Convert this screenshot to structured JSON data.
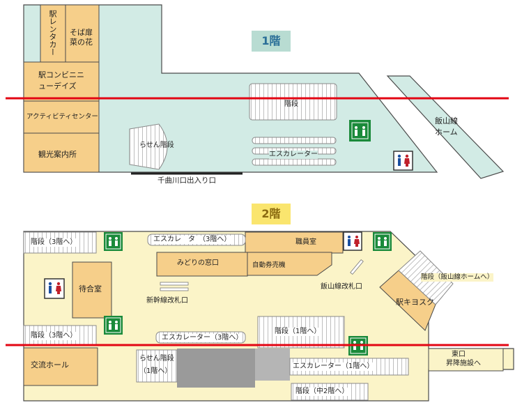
{
  "colors": {
    "floor1_fill": "#d2ebe5",
    "floor2_fill": "#fbf4c8",
    "shop_fill": "#f6cf8a",
    "outline": "#4a4a4a",
    "red_line": "#e30613",
    "badge1_fill": "#b8dcd2",
    "badge2_fill": "#fae56e",
    "elevator_icon": "#1a8a3a",
    "toilet_icon": "#c0202a",
    "gray_area": "#9a9a9a"
  },
  "floor1": {
    "badge": "1階",
    "labels": {
      "rental_car": "駅レンタカー",
      "soba": "そば扉菜の花",
      "convenience": "駅コンビニニューデイズ",
      "activity_center": "アクティビティセンター",
      "tourist_info": "観光案内所",
      "stairs": "階段",
      "spiral_stairs": "らせん階段",
      "escalator": "エスカレーター",
      "iiyama_platform": "飯山線ホーム",
      "chikumagawa_exit": "千曲川口出入り口"
    }
  },
  "floor2": {
    "badge": "2階",
    "labels": {
      "stairs_3f_top": "階段（3階へ）",
      "escalator_3f_top": "エスカレ　タ　（3階へ）",
      "staff_room": "職員室",
      "midori_window": "みどりの窓口",
      "ticket_machines": "自動券売機",
      "waiting_room": "待合室",
      "iiyama_gate": "飯山線改札口",
      "shinkansen_gate": "新幹線改札口",
      "stairs_iiyama": "階段（飯山線ホームへ）",
      "kiosk": "駅キヨスク",
      "stairs_3f_bottom": "階段（3階へ）",
      "escalator_3f_bottom": "エスカレーター（3階へ）",
      "stairs_1f": "階段（1階へ）",
      "exchange_hall": "交流ホール",
      "spiral_stairs_1f": "らせん階段（1階へ）",
      "escalator_1f": "エスカレーター（1階へ）",
      "mezzanine_stairs": "階段（中2階へ）",
      "east_exit_line1": "東口",
      "east_exit_line2": "昇降施設へ"
    }
  }
}
